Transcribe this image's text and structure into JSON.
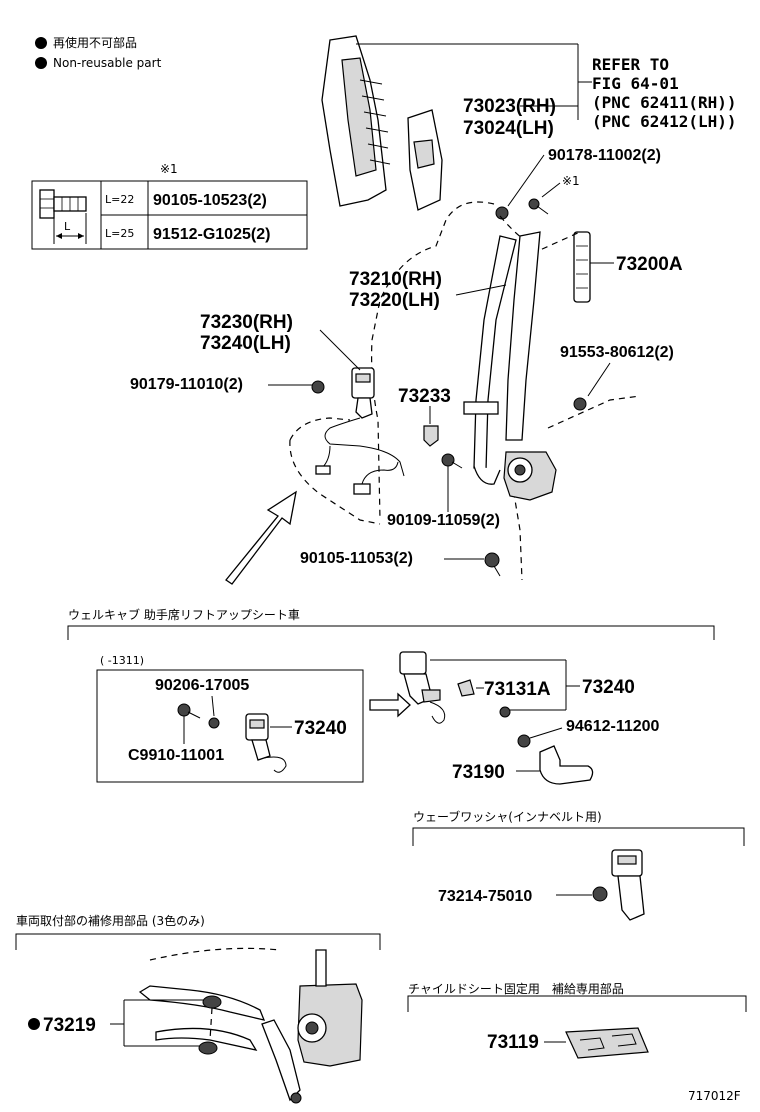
{
  "legend": {
    "non_reusable_ja": "再使用不可部品",
    "non_reusable_en": "Non-reusable part"
  },
  "bolt_table": {
    "note_mark": "※1",
    "rows": [
      {
        "length": "L=22",
        "part": "90105-10523(2)"
      },
      {
        "length": "L=25",
        "part": "91512-G1025(2)"
      }
    ],
    "dim_label": "L"
  },
  "refer": {
    "line1": "REFER TO",
    "line2": "FIG 64-01",
    "line3": "(PNC 62411(RH))",
    "line4": "(PNC 62412(LH))"
  },
  "parts": {
    "p73023": "73023(RH)",
    "p73024": "73024(LH)",
    "p90178": "90178-11002(2)",
    "note1": "※1",
    "p73200A": "73200A",
    "p73210": "73210(RH)",
    "p73220": "73220(LH)",
    "p73230": "73230(RH)",
    "p73240lh": "73240(LH)",
    "p90179": "90179-11010(2)",
    "p73233": "73233",
    "p91553": "91553-80612(2)",
    "p90109": "90109-11059(2)",
    "p90105": "90105-11053(2)"
  },
  "welcab": {
    "title": "ウェルキャブ 助手席リフトアップシート車",
    "range": "(      -1311)",
    "p90206": "90206-17005",
    "p73240a": "73240",
    "pC9910": "C9910-11001",
    "p73131A": "73131A",
    "p73240b": "73240",
    "p94612": "94612-11200",
    "p73190": "73190"
  },
  "wave": {
    "title": "ウェーブワッシャ(インナベルト用)",
    "p73214": "73214-75010"
  },
  "repair": {
    "title": "車両取付部の補修用部品 (3色のみ)",
    "p73219": "73219"
  },
  "child": {
    "title": "チャイルドシート固定用　補給専用部品",
    "p73119": "73119"
  },
  "figure_id": "717012F"
}
